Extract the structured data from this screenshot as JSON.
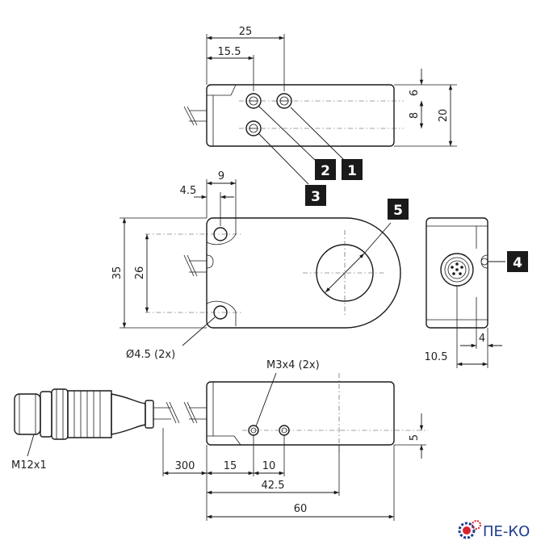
{
  "top_view": {
    "dim_25": "25",
    "dim_15_5": "15.5",
    "dim_6": "6",
    "dim_8": "8",
    "dim_20": "20"
  },
  "front_view": {
    "dim_9": "9",
    "dim_4_5": "4.5",
    "dim_35": "35",
    "dim_26": "26",
    "hole_label": "Ø4.5 (2x)"
  },
  "side_view": {
    "dim_4": "4",
    "dim_10_5": "10.5"
  },
  "bottom_view": {
    "thread_label": "M3x4 (2x)",
    "connector_label": "M12x1",
    "dim_300": "300",
    "dim_15": "15",
    "dim_10": "10",
    "dim_42_5": "42.5",
    "dim_60": "60",
    "dim_5": "5"
  },
  "callouts": {
    "c1": "1",
    "c2": "2",
    "c3": "3",
    "c4": "4",
    "c5": "5"
  },
  "logo": {
    "text": "ПЕ-КО",
    "color_primary": "#1f3c8f",
    "color_accent": "#d9232d"
  }
}
